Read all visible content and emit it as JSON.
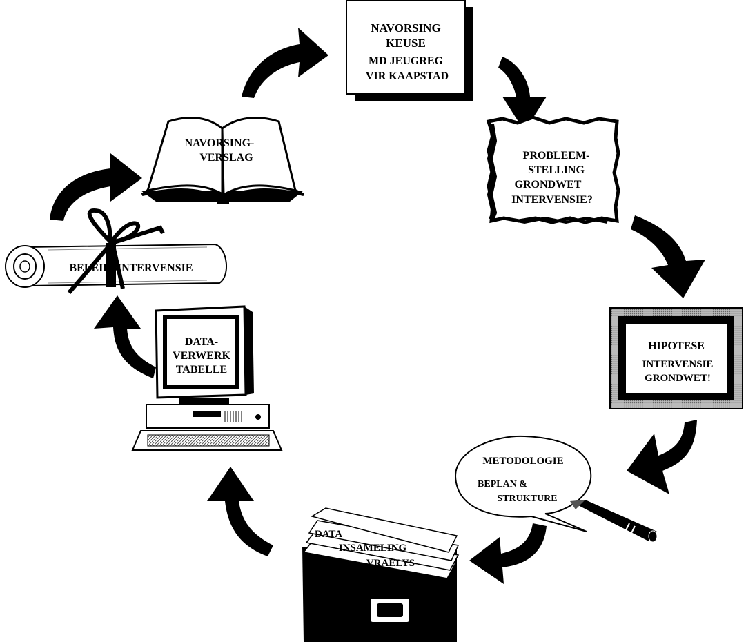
{
  "stages": {
    "navorsing_keuse": {
      "line1": "NAVORSING",
      "line2": "KEUSE",
      "line3": "MD JEUGREG",
      "line4": "VIR KAAPSTAD"
    },
    "probleemstelling": {
      "line1": "PROBLEEM-",
      "line2": "STELLING",
      "line3": "GRONDWET",
      "line4": "INTERVENSIE?"
    },
    "hipotese": {
      "line1": "HIPOTESE",
      "line2": "INTERVENSIE",
      "line3": "GRONDWET!"
    },
    "metodologie": {
      "line1": "METODOLOGIE",
      "line2": "BEPLAN &",
      "line3": "STRUKTURE"
    },
    "data_insameling": {
      "line1": "DATA",
      "line2": "INSAMELING",
      "line3": "VRAELYS"
    },
    "dataverwerk": {
      "line1": "DATA-",
      "line2": "VERWERK",
      "line3": "TABELLE"
    },
    "beleidsintervensie": {
      "label": "BELEIDSINTERVENSIE"
    },
    "navorsingverslag": {
      "line1": "NAVORSING-",
      "line2": "VERSLAG"
    }
  },
  "colors": {
    "ink": "#000000",
    "paper": "#ffffff",
    "grey": "#8a8a8a",
    "light": "#d9d9d9"
  },
  "icons": [
    "curved-arrow-icon",
    "scroll-icon",
    "ribbon-icon",
    "open-book-icon",
    "computer-icon",
    "card-file-icon",
    "pencil-icon",
    "speech-bubble-icon",
    "framed-picture-icon",
    "parchment-icon",
    "document-icon"
  ]
}
